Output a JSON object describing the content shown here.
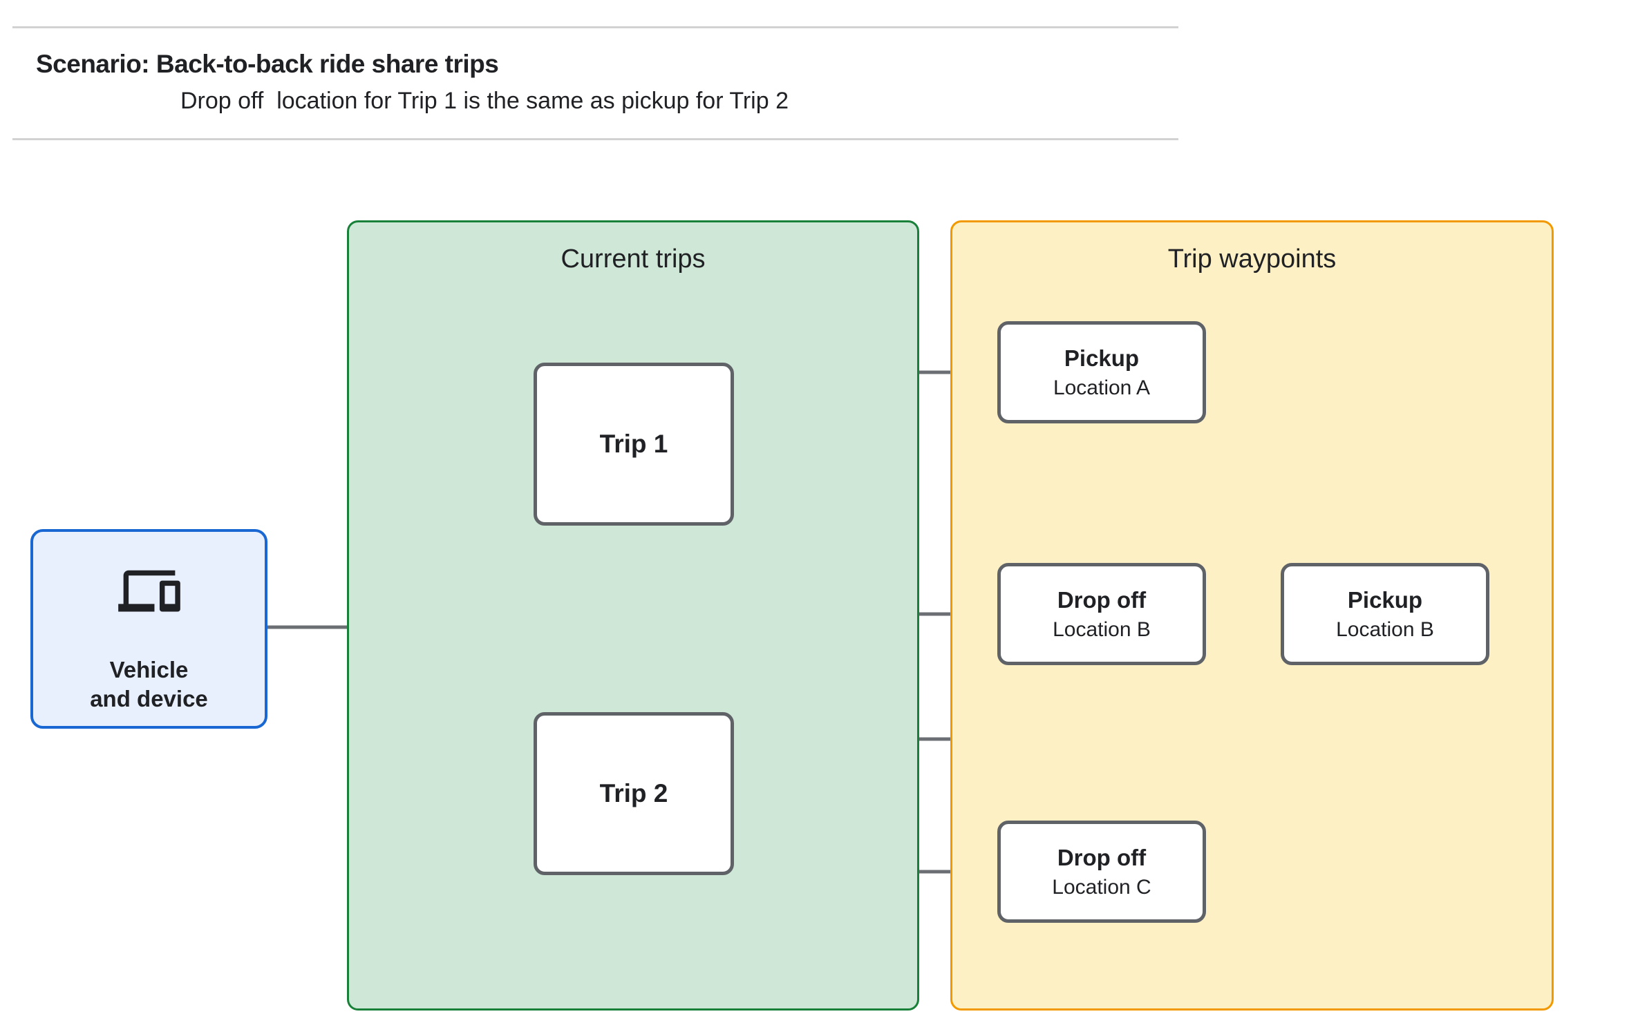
{
  "header": {
    "title": "Scenario: Back-to-back ride share trips",
    "subtitle": "Drop off  location for Trip 1 is the same as pickup for Trip 2"
  },
  "panels": {
    "current_trips": {
      "title": "Current trips",
      "fill": "#cfe7d6",
      "border_color": "#188038"
    },
    "trip_waypoints": {
      "title": "Trip waypoints",
      "fill": "#fdf0c5",
      "border_color": "#f29900"
    }
  },
  "vehicle": {
    "icon": "devices-icon",
    "line1": "Vehicle",
    "line2": "and device",
    "fill": "#e8f0fe",
    "border_color": "#1967d2"
  },
  "nodes": {
    "trip1": {
      "label": "Trip 1"
    },
    "trip2": {
      "label": "Trip 2"
    },
    "pickup_a": {
      "title": "Pickup",
      "subtitle": "Location A"
    },
    "dropoff_b": {
      "title": "Drop off",
      "subtitle": "Location B"
    },
    "pickup_b": {
      "title": "Pickup",
      "subtitle": "Location B"
    },
    "dropoff_c": {
      "title": "Drop off",
      "subtitle": "Location C"
    }
  },
  "connections": [
    {
      "from": "vehicle",
      "to": "trip1"
    },
    {
      "from": "vehicle",
      "to": "trip2"
    },
    {
      "from": "trip1",
      "to": "pickup_a"
    },
    {
      "from": "trip1",
      "to": "dropoff_b"
    },
    {
      "from": "trip2",
      "to": "pickup_b"
    },
    {
      "from": "trip2",
      "to": "dropoff_c"
    }
  ],
  "colors": {
    "connector": "#6b6f73",
    "node_border": "#5f6368",
    "text": "#202124",
    "rule": "#d2d2d2"
  }
}
